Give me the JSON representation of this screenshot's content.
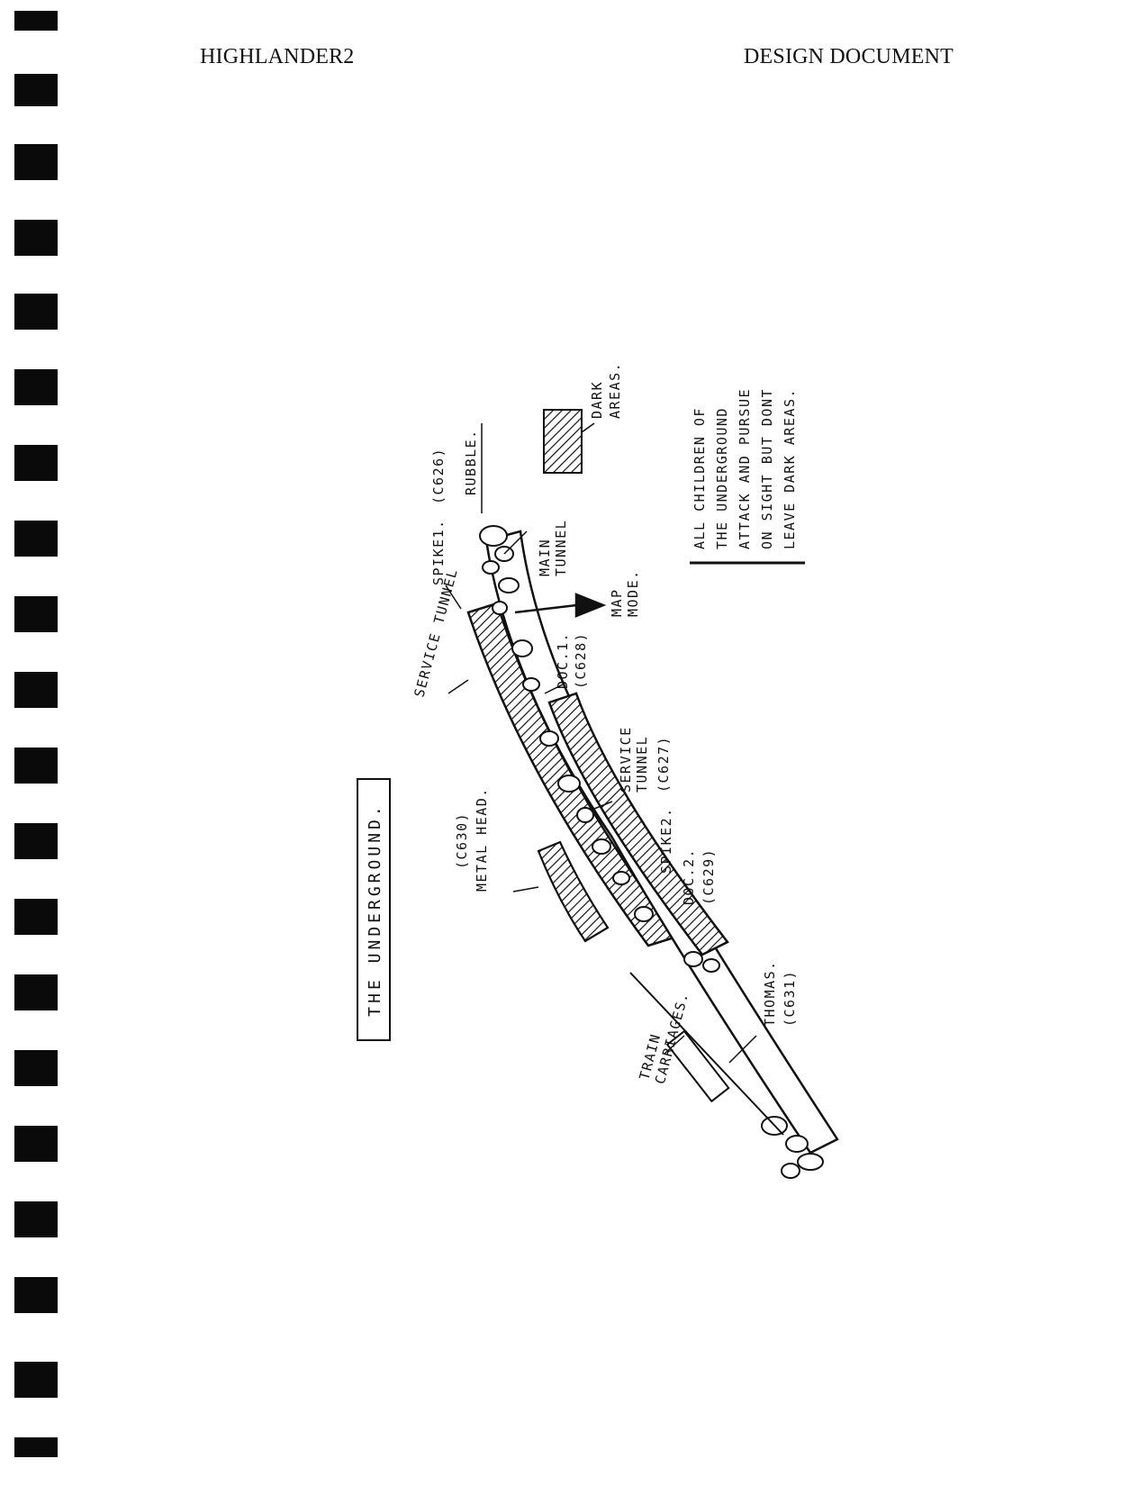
{
  "header": {
    "left": "HIGHLANDER2",
    "right": "DESIGN DOCUMENT"
  },
  "sketch": {
    "title": "THE UNDERGROUND.",
    "note_lines": [
      "ALL CHILDREN OF",
      "THE UNDERGROUND",
      "ATTACK AND PURSUE",
      "ON SIGHT BUT DONT",
      "LEAVE DARK AREAS."
    ],
    "legend": {
      "label_line1": "DARK",
      "label_line2": "AREAS."
    },
    "labels": {
      "rubble": "RUBBLE.",
      "main_tunnel_1": "MAIN",
      "main_tunnel_2": "TUNNEL",
      "map_mode_1": "MAP",
      "map_mode_2": "MODE.",
      "service_tunnel_1": "SERVICE TUNNEL",
      "spike1": "SPIKE1.",
      "spike1_code": "(C626)",
      "doc1": "DOC.1.",
      "doc1_code": "(C628)",
      "service_tunnel_2a": "SERVICE",
      "service_tunnel_2b": "TUNNEL",
      "spike2": "SPIKE2.",
      "spike2_code": "(C627)",
      "doc2": "DOC.2.",
      "doc2_code": "(C629)",
      "metal_head": "METAL HEAD.",
      "metal_head_code": "(C630)",
      "train_1": "TRAIN",
      "train_2": "CARRIAGES.",
      "thomas": "THOMAS.",
      "thomas_code": "(C631)"
    }
  }
}
